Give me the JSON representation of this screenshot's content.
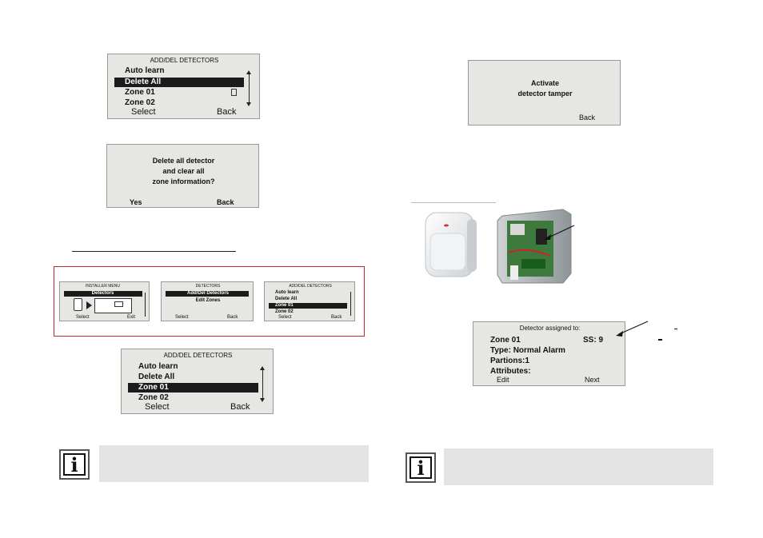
{
  "screen_add_del_1": {
    "title": "ADD/DEL DETECTORS",
    "items": [
      "Auto learn",
      "Delete All",
      "Zone 01",
      "Zone 02"
    ],
    "selected": "Delete All",
    "left_soft": "Select",
    "right_soft": "Back"
  },
  "screen_delete_confirm": {
    "lines": [
      "Delete all detector",
      "and clear all",
      "zone information?"
    ],
    "left_soft": "Yes",
    "right_soft": "Back"
  },
  "flow": {
    "installer_menu": {
      "title": "INSTALLER MENU",
      "item": "Detectors",
      "left_soft": "Select",
      "right_soft": "Exit"
    },
    "detectors_menu": {
      "title": "DETECTORS",
      "items": [
        "Add/Del Detectors",
        "Edit Zones"
      ],
      "left_soft": "Select",
      "right_soft": "Back"
    },
    "add_del_small": {
      "title": "ADD/DEL DETECTORS",
      "items": [
        "Auto learn",
        "Delete All",
        "Zone 01",
        "Zone 02"
      ],
      "left_soft": "Select",
      "right_soft": "Back"
    }
  },
  "screen_add_del_2": {
    "title": "ADD/DEL DETECTORS",
    "items": [
      "Auto learn",
      "Delete All",
      "Zone 01",
      "Zone 02"
    ],
    "selected": "Zone 01",
    "left_soft": "Select",
    "right_soft": "Back"
  },
  "screen_tamper": {
    "lines": [
      "Activate",
      "detector tamper"
    ],
    "right_soft": "Back"
  },
  "screen_assigned": {
    "title": "Detector assigned to:",
    "zone": "Zone 01",
    "signal": "SS: 9",
    "type": "Type: Normal Alarm",
    "partitions": "Partions:1",
    "attributes": "Attributes:",
    "left_soft": "Edit",
    "right_soft": "Next"
  },
  "icons": {
    "info": "info-icon",
    "info_glyph": "i"
  },
  "colors": {
    "lcd_bg": "#e6e7e2",
    "highlight": "#1b1b1b",
    "flow_border": "#c0282d",
    "note_bg": "#e3e3e3"
  }
}
